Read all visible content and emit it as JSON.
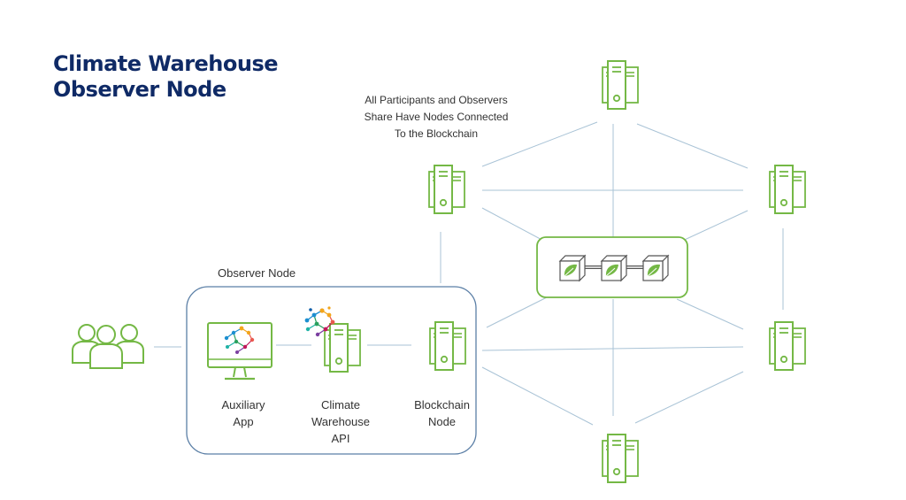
{
  "title": {
    "line1": "Climate Warehouse",
    "line2": "Observer Node"
  },
  "annotation": {
    "line1": "All Participants and Observers",
    "line2": "Share Have Nodes Connected",
    "line3": "To the Blockchain"
  },
  "observer_group": {
    "label": "Observer Node"
  },
  "nodes": {
    "auxiliary_app": {
      "line1": "Auxiliary",
      "line2": "App"
    },
    "climate_warehouse_api": {
      "line1": "Climate",
      "line2": "Warehouse",
      "line3": "API"
    },
    "blockchain_node": {
      "line1": "Blockchain",
      "line2": "Node"
    }
  },
  "icons": {
    "users": "users-group-icon",
    "monitor": "monitor-icon",
    "server": "server-icon",
    "blockchain": "blockchain-blocks-icon",
    "logo": "climate-warehouse-logo-icon"
  },
  "colors": {
    "title": "#0f2a66",
    "icon_green": "#74b845",
    "line_blue": "#a9c3d6",
    "group_border": "#5b7fa6"
  }
}
